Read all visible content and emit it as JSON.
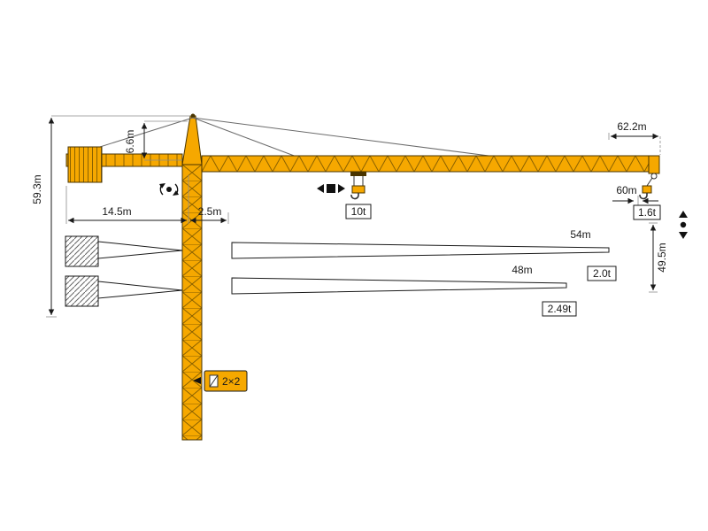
{
  "meta": {
    "type": "tower-crane-specification-diagram"
  },
  "colors": {
    "crane_orange": "#F6A800",
    "lattice": "#8a6100"
  },
  "dimensions": {
    "tower_height": "59.3m",
    "apex_height": "6.6m",
    "counter_jib_radius": "14.5m",
    "slew_clearance": "2.5m",
    "max_radius": "62.2m",
    "tip_radius_60": "60m",
    "hook_height": "49.5m"
  },
  "loads": {
    "max_load": "10t",
    "tip_load_62m": "1.6t"
  },
  "jib_options": [
    {
      "length": "54m",
      "tip_load": "2.0t"
    },
    {
      "length": "48m",
      "tip_load": "2.49t"
    }
  ],
  "reeving_label": "2×2",
  "icons": {
    "slewing": "rotation-arrows-around-dot",
    "trolley_travel": "left-right-arrows-with-square",
    "hoisting": "up-down-arrows-with-dot",
    "reeving": "rope-fall-symbol"
  }
}
